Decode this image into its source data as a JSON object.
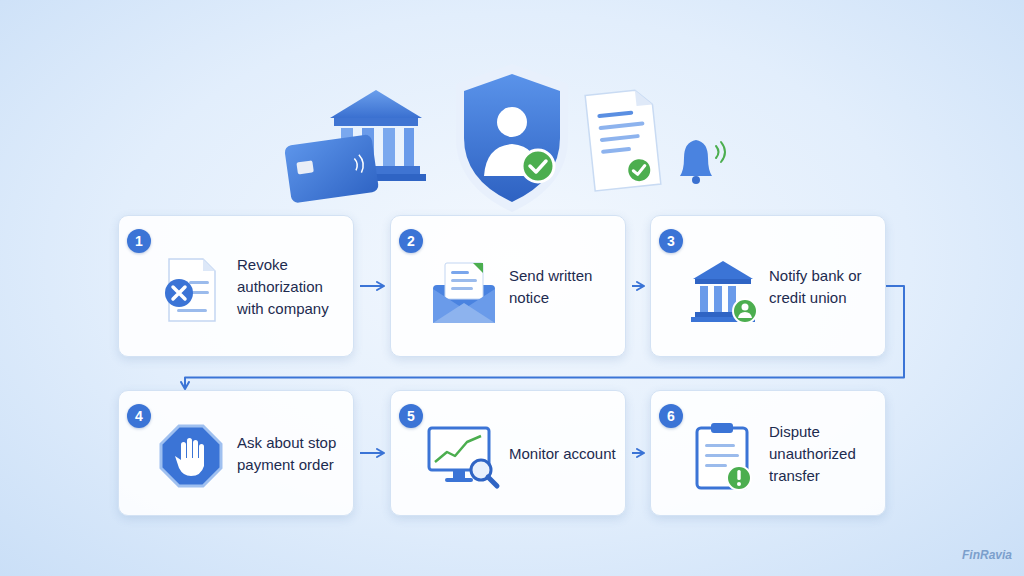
{
  "diagram": {
    "nodes": [
      {
        "text": [
          "1",
          "Revoke authorization with company"
        ]
      },
      {
        "text": [
          "2",
          "Send written notice"
        ]
      },
      {
        "text": [
          "3",
          "Notify bank or credit union"
        ]
      },
      {
        "text": [
          "4",
          "Ask about stop payment order"
        ]
      },
      {
        "text": [
          "5",
          "Monitor account"
        ]
      },
      {
        "text": [
          "6",
          "Dispute unauthorized transfer"
        ]
      }
    ],
    "edges": [
      {
        "from": 0,
        "to": 1,
        "arrow": "to"
      },
      {
        "from": 1,
        "to": 2,
        "arrow": "to"
      },
      {
        "from": 2,
        "to": 3,
        "arrow": "to"
      },
      {
        "from": 3,
        "to": 4,
        "arrow": "to"
      },
      {
        "from": 4,
        "to": 5,
        "arrow": "to"
      }
    ],
    "labels": [
      "FinRavia"
    ]
  }
}
